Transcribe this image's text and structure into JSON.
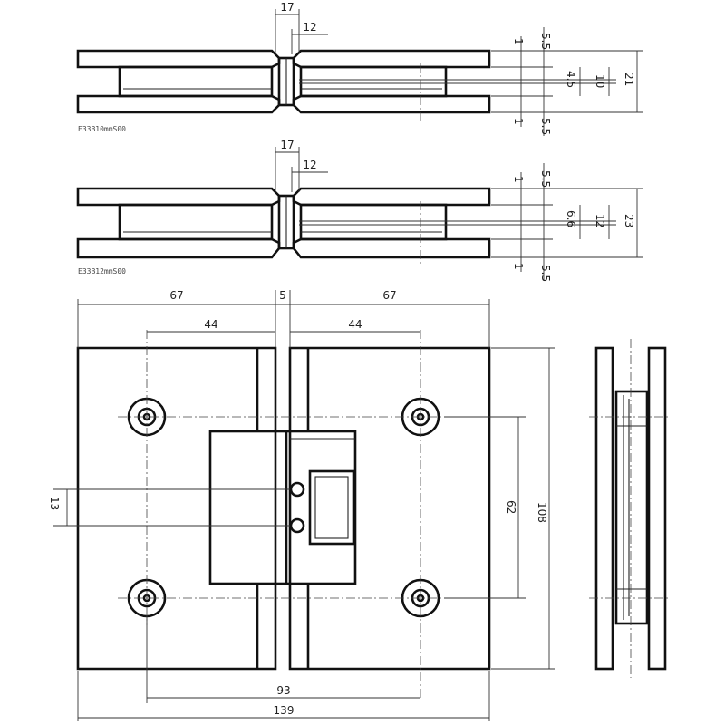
{
  "drawing": {
    "top_view_1": {
      "dims": {
        "overall_width": "17",
        "inner_width": "12",
        "top_gap": "5.5",
        "step_top": "1",
        "inner_small": "4.5",
        "inner_height": "10",
        "total_height": "21",
        "step_bottom": "1",
        "bottom_gap": "5.5"
      },
      "part_note": "E33B10mmS00"
    },
    "top_view_2": {
      "dims": {
        "overall_width": "17",
        "inner_width": "12",
        "top_gap": "5.5",
        "step_top": "1",
        "inner_small": "6.6",
        "inner_height": "12",
        "total_height": "23",
        "step_bottom": "1",
        "bottom_gap": "5.5"
      },
      "part_note": "E33B12mmS00"
    },
    "front_view": {
      "dims": {
        "left_width": "67",
        "gap": "5",
        "right_width": "67",
        "left_hole_offset": "44",
        "right_hole_offset": "44",
        "cam_spacing": "13",
        "hole_vertical": "62",
        "total_height": "108",
        "hole_horizontal": "93",
        "total_width": "139"
      }
    }
  }
}
